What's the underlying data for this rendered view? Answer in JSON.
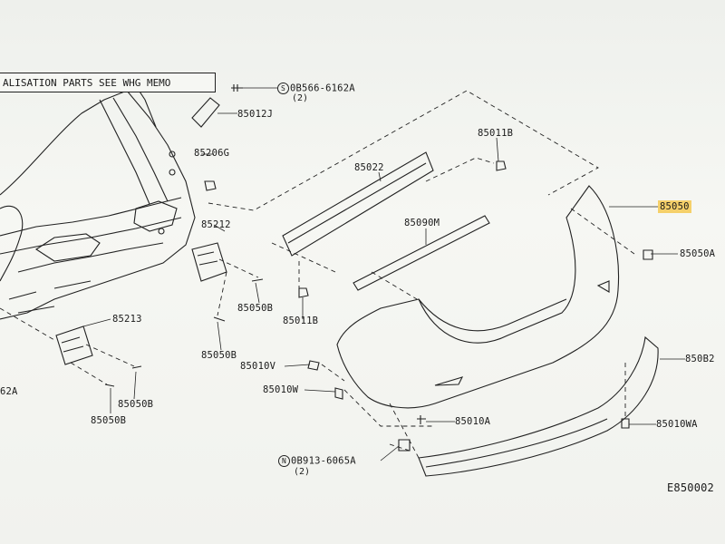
{
  "banner": "ALISATION PARTS SEE WHG MEMO",
  "figure_id": "E850002",
  "labels": {
    "p0B566": "0B566-6162A",
    "p0B566_circle": "S",
    "p0B566_qty": "(2)",
    "p85012J": "85012J",
    "p85206G": "85206G",
    "p85212": "85212",
    "p85213": "85213",
    "p85050B_a": "85050B",
    "p85050B_b": "85050B",
    "p85050B_c": "85050B",
    "p85050B_d": "85050B",
    "p85011B_top": "85011B",
    "p85011B_mid": "85011B",
    "p85022": "85022",
    "p85090M": "85090M",
    "p85050": "85050",
    "p85050A": "85050A",
    "p85010V": "85010V",
    "p85010W": "85010W",
    "p85010A": "85010A",
    "p850B2": "850B2",
    "p85010WA": "85010WA",
    "p0B913": "0B913-6065A",
    "p0B913_circle": "N",
    "p0B913_qty": "(2)",
    "p62A": "62A"
  },
  "colors": {
    "highlight": "#f5d06a",
    "ink": "#1a1a1a",
    "paper": "#f3f4f0"
  }
}
